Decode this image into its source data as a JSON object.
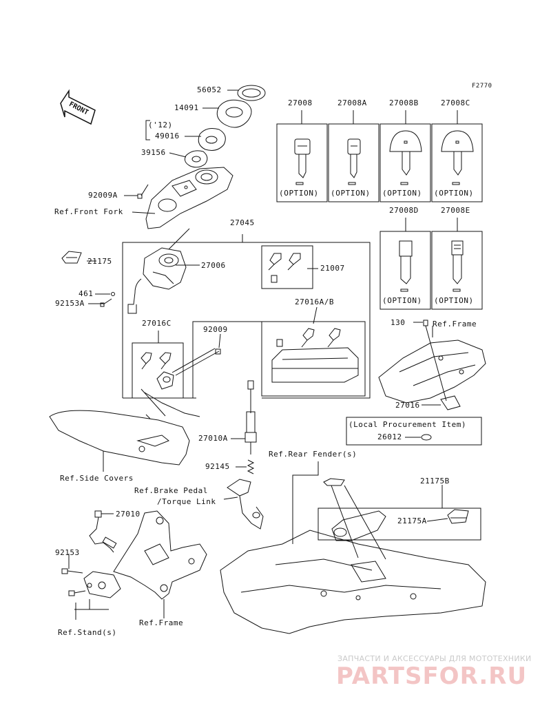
{
  "figure_code": "F2770",
  "front_arrow": "FRONT",
  "labels": {
    "p56052": "56052",
    "p14091": "14091",
    "p12": "('12)",
    "p49016": "49016",
    "p39156": "39156",
    "p92009A": "92009A",
    "ref_front_fork": "Ref.Front Fork",
    "p27045": "27045",
    "p21175": "21175",
    "p27006": "27006",
    "p21007": "21007",
    "p461": "461",
    "p92153A": "92153A",
    "p27016AB": "27016A/B",
    "p27016C": "27016C",
    "p92009": "92009",
    "p27010A": "27010A",
    "ref_side_covers": "Ref.Side Covers",
    "p92145": "92145",
    "ref_brake_pedal": "Ref.Brake Pedal",
    "torque_link": "/Torque Link",
    "p27010": "27010",
    "p92153": "92153",
    "ref_stand": "Ref.Stand(s)",
    "ref_frame_bottom": "Ref.Frame",
    "ref_rear_fender": "Ref.Rear Fender(s)",
    "p21175B": "21175B",
    "p21175A": "21175A",
    "p130": "130",
    "ref_frame_right": "Ref.Frame",
    "p27016": "27016",
    "local_procurement": "(Local Procurement Item)",
    "p26012": "26012"
  },
  "key_options": [
    {
      "part": "27008",
      "note": "(OPTION)"
    },
    {
      "part": "27008A",
      "note": "(OPTION)"
    },
    {
      "part": "27008B",
      "note": "(OPTION)"
    },
    {
      "part": "27008C",
      "note": "(OPTION)"
    },
    {
      "part": "27008D",
      "note": "(OPTION)"
    },
    {
      "part": "27008E",
      "note": "(OPTION)"
    }
  ],
  "watermark": {
    "line1": "ЗАПЧАСТИ И АКСЕССУАРЫ ДЛЯ МОТОТЕХНИКИ",
    "line2": "PARTSFOR.RU"
  }
}
